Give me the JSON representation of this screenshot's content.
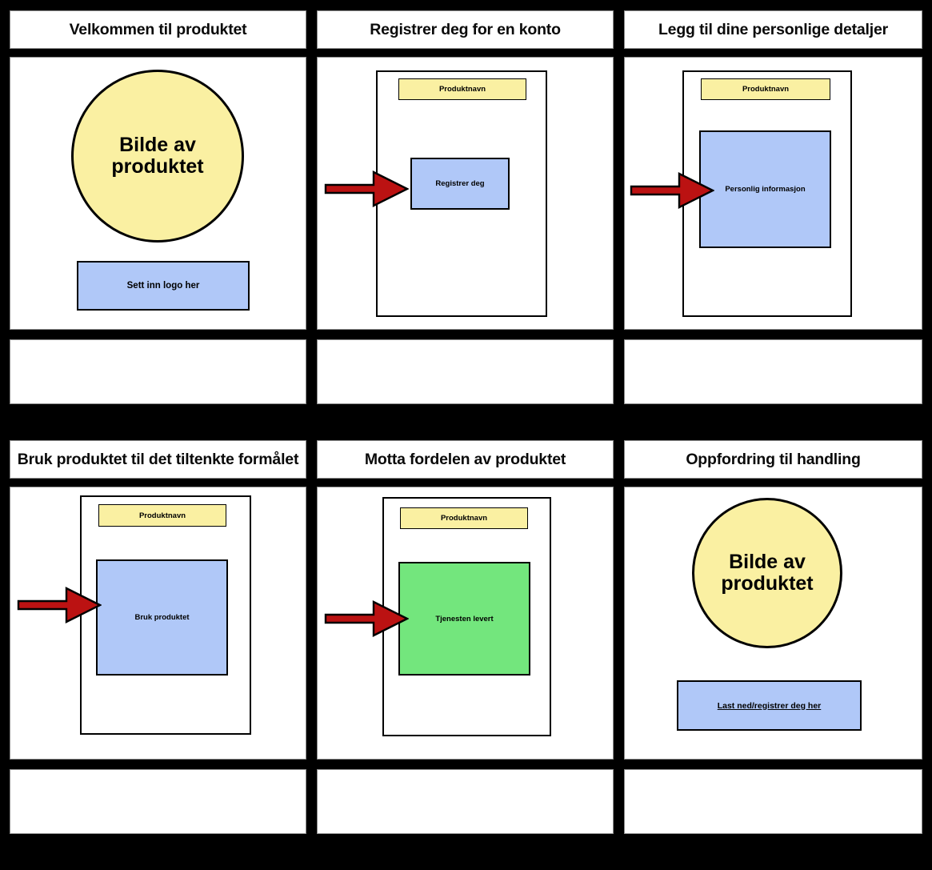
{
  "board": {
    "background_color": "#000000",
    "accent_colors": {
      "yellow": "#faf0a2",
      "blue": "#b0c8f8",
      "green": "#73e67d",
      "arrow_red": "#bb1212",
      "outline": "#000000",
      "panel_border": "#8d8d8d"
    }
  },
  "panels": [
    {
      "id": "panel-1",
      "title": "Velkommen til produktet",
      "scene": "circle-logo",
      "circle_text": "Bilde av produktet",
      "logo_text": "Sett inn logo her",
      "caption": ""
    },
    {
      "id": "panel-2",
      "title": "Registrer deg for en konto",
      "scene": "device-arrow",
      "product_name": "Produktnavn",
      "screen_text": "Registrer deg",
      "screen_color": "blue",
      "caption": ""
    },
    {
      "id": "panel-3",
      "title": "Legg til dine personlige detaljer",
      "scene": "device-arrow",
      "product_name": "Produktnavn",
      "screen_text": "Personlig informasjon",
      "screen_color": "blue",
      "caption": ""
    },
    {
      "id": "panel-4",
      "title": "Bruk produktet til det tiltenkte formålet",
      "scene": "device-arrow",
      "product_name": "Produktnavn",
      "screen_text": "Bruk produktet",
      "screen_color": "blue",
      "caption": ""
    },
    {
      "id": "panel-5",
      "title": "Motta fordelen av produktet",
      "scene": "device-arrow",
      "product_name": "Produktnavn",
      "screen_text": "Tjenesten levert",
      "screen_color": "green",
      "caption": ""
    },
    {
      "id": "panel-6",
      "title": "Oppfordring til handling",
      "scene": "circle-logo",
      "circle_text": "Bilde av produktet",
      "logo_text": "Last ned/registrer deg her",
      "caption": ""
    }
  ]
}
